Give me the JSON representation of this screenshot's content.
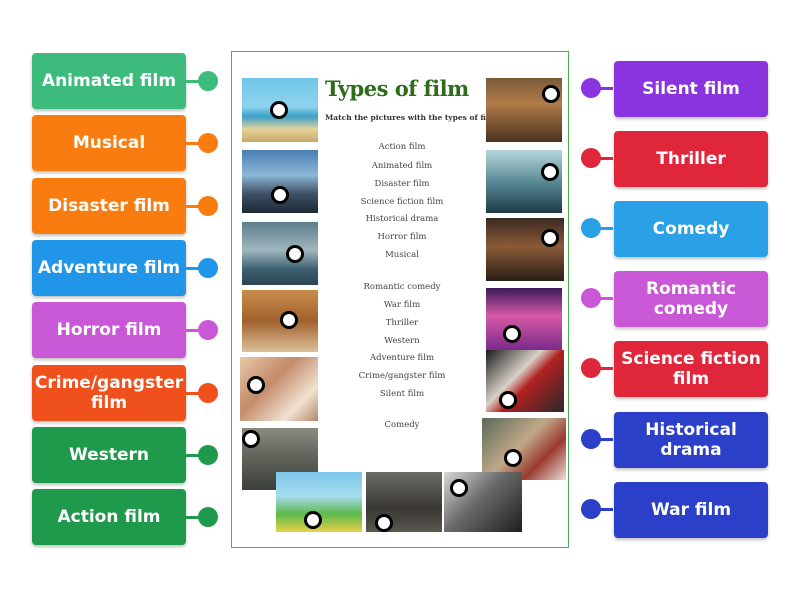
{
  "worksheet": {
    "title": "Types of film",
    "subtitle": "Match the pictures with the types of film",
    "film_list": [
      "Action film",
      "Animated film",
      "Disaster film",
      "Science fiction film",
      "Historical drama",
      "Horror film",
      "Musical",
      "Romantic comedy",
      "War film",
      "Thriller",
      "Western",
      "Adventure film",
      "Crime/gangster film",
      "Silent film",
      "Comedy"
    ]
  },
  "left_labels": [
    {
      "text": "Animated film",
      "color": "#3dbb7c"
    },
    {
      "text": "Musical",
      "color": "#f97c10"
    },
    {
      "text": "Disaster film",
      "color": "#f97c10"
    },
    {
      "text": "Adventure film",
      "color": "#2196e8"
    },
    {
      "text": "Horror film",
      "color": "#c858d6"
    },
    {
      "text": "Crime/gangster film",
      "color": "#f0501c"
    },
    {
      "text": "Western",
      "color": "#1f9a4c"
    },
    {
      "text": "Action film",
      "color": "#1f9a4c"
    }
  ],
  "right_labels": [
    {
      "text": "Silent film",
      "color": "#8a34e0"
    },
    {
      "text": "Thriller",
      "color": "#e0263a"
    },
    {
      "text": "Comedy",
      "color": "#2aa0e6"
    },
    {
      "text": "Romantic comedy",
      "color": "#c858d6"
    },
    {
      "text": "Science fiction film",
      "color": "#e0263a"
    },
    {
      "text": "Historical drama",
      "color": "#2c3fc9"
    },
    {
      "text": "War film",
      "color": "#2c3fc9"
    }
  ]
}
